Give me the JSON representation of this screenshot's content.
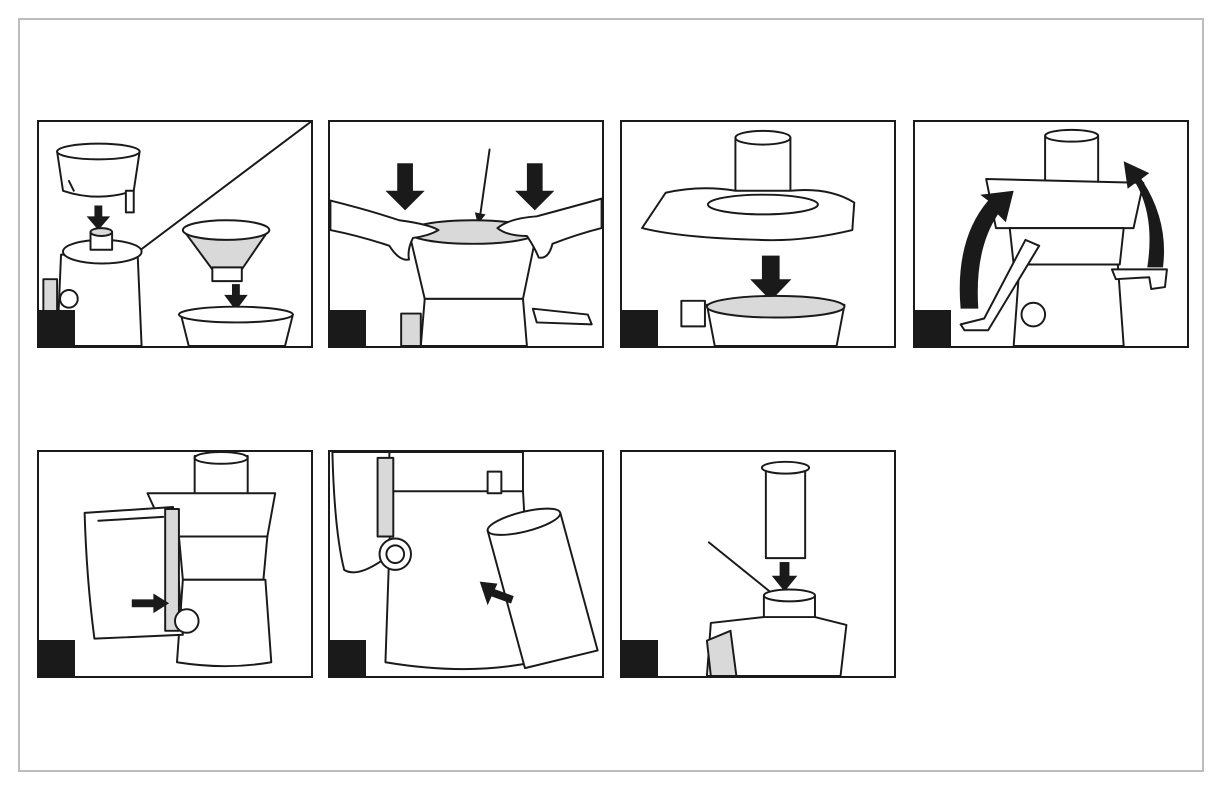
{
  "colors": {
    "ink": "#1a1a1a",
    "frame": "#bdbdbd",
    "shade": "#d9d9d9",
    "paper": "#ffffff"
  },
  "panels": [
    {
      "step": "",
      "illustration": "mount-filter-and-basket"
    },
    {
      "step": "",
      "illustration": "press-filter-into-basket"
    },
    {
      "step": "",
      "illustration": "place-lid-on-basket"
    },
    {
      "step": "",
      "illustration": "close-clamp-arms"
    },
    {
      "step": "",
      "illustration": "attach-pulp-container"
    },
    {
      "step": "",
      "illustration": "place-juice-jug"
    },
    {
      "step": "",
      "illustration": "insert-pusher"
    }
  ]
}
